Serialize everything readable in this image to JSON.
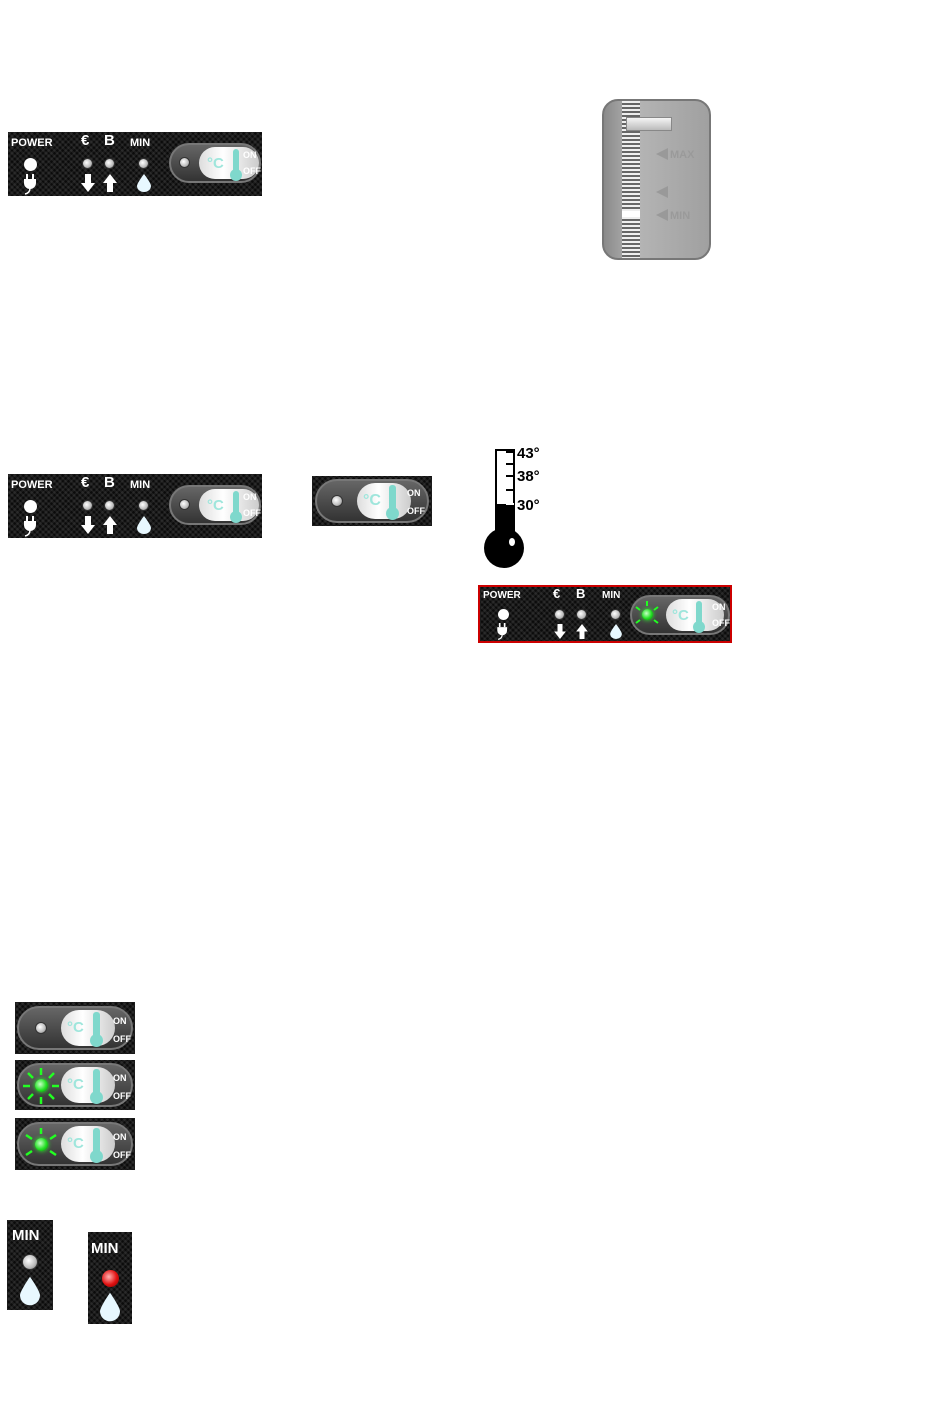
{
  "control_panel": {
    "power_label": "POWER",
    "euro_label": "€",
    "b_label": "B",
    "min_label": "MIN",
    "on_label": "ON",
    "off_label": "OFF",
    "temp_unit": "°C"
  },
  "water_gauge": {
    "max_label": "MAX",
    "min_label": "MIN"
  },
  "thermometer": {
    "labels": [
      "43°",
      "38°",
      "30°"
    ]
  },
  "min_indicator": {
    "label": "MIN"
  },
  "colors": {
    "teal": "#7fd8cc",
    "green_led": "#22e022",
    "red_led": "#e01010",
    "red_border": "#cc0000"
  }
}
